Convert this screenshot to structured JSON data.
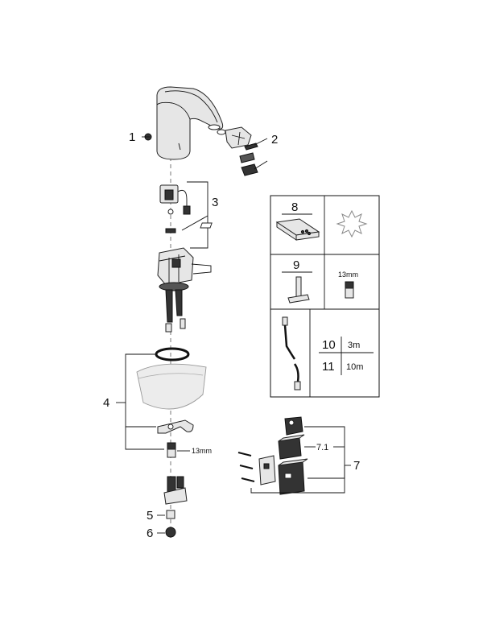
{
  "callouts": {
    "c1": "1",
    "c2": "2",
    "c3": "3",
    "c4": "4",
    "c5": "5",
    "c6": "6",
    "c7": "7",
    "c71": "7.1"
  },
  "wrench_size_a": "13mm",
  "wrench_size_b": "13mm",
  "table": {
    "r8": "8",
    "r9": "9",
    "r10": "10",
    "r11": "11",
    "len10": "3m",
    "len11": "10m"
  }
}
